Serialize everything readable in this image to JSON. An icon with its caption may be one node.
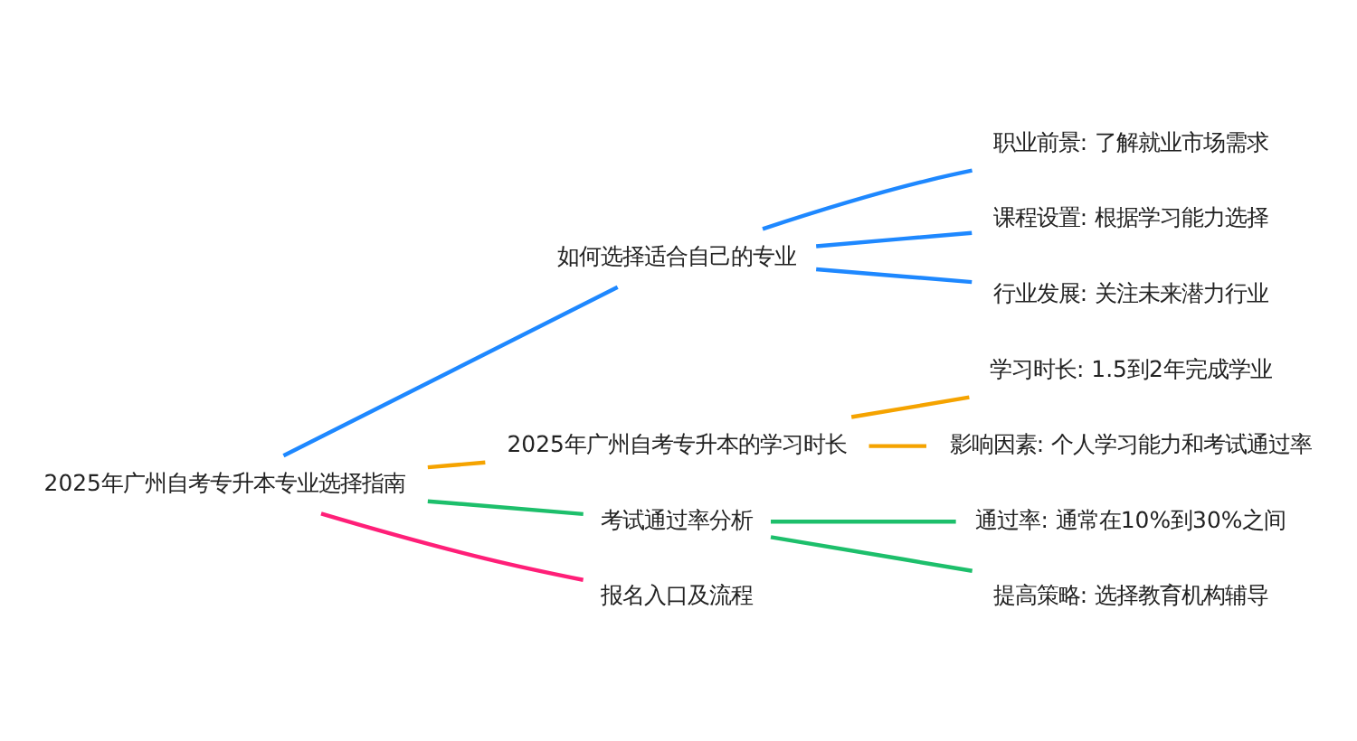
{
  "diagram": {
    "nodes": [
      {
        "text": [
          "2025年广州自考专升本专业选择指南"
        ]
      },
      {
        "text": [
          "如何选择适合自己的专业"
        ]
      },
      {
        "text": [
          "职业前景: 了解就业市场需求"
        ]
      },
      {
        "text": [
          "课程设置: 根据学习能力选择"
        ]
      },
      {
        "text": [
          "行业发展: 关注未来潜力行业"
        ]
      },
      {
        "text": [
          "2025年广州自考专升本的学习时长"
        ]
      },
      {
        "text": [
          "学习时长: 1.5到2年完成学业"
        ]
      },
      {
        "text": [
          "影响因素: 个人学习能力和考试通过率"
        ]
      },
      {
        "text": [
          "考试通过率分析"
        ]
      },
      {
        "text": [
          "通过率: 通常在10%到30%之间"
        ]
      },
      {
        "text": [
          "提高策略: 选择教育机构辅导"
        ]
      },
      {
        "text": [
          "报名入口及流程"
        ]
      }
    ],
    "edges": [
      {
        "from": 0,
        "to": 1,
        "arrow": "none",
        "color": "#1e88ff"
      },
      {
        "from": 1,
        "to": 2,
        "arrow": "none",
        "color": "#1e88ff"
      },
      {
        "from": 1,
        "to": 3,
        "arrow": "none",
        "color": "#1e88ff"
      },
      {
        "from": 1,
        "to": 4,
        "arrow": "none",
        "color": "#1e88ff"
      },
      {
        "from": 0,
        "to": 5,
        "arrow": "none",
        "color": "#f5a300"
      },
      {
        "from": 5,
        "to": 6,
        "arrow": "none",
        "color": "#f5a300"
      },
      {
        "from": 5,
        "to": 7,
        "arrow": "none",
        "color": "#f5a300"
      },
      {
        "from": 0,
        "to": 8,
        "arrow": "none",
        "color": "#1dbf6b"
      },
      {
        "from": 8,
        "to": 9,
        "arrow": "none",
        "color": "#1dbf6b"
      },
      {
        "from": 8,
        "to": 10,
        "arrow": "none",
        "color": "#1dbf6b"
      },
      {
        "from": 0,
        "to": 11,
        "arrow": "none",
        "color": "#ff1f78"
      }
    ]
  }
}
